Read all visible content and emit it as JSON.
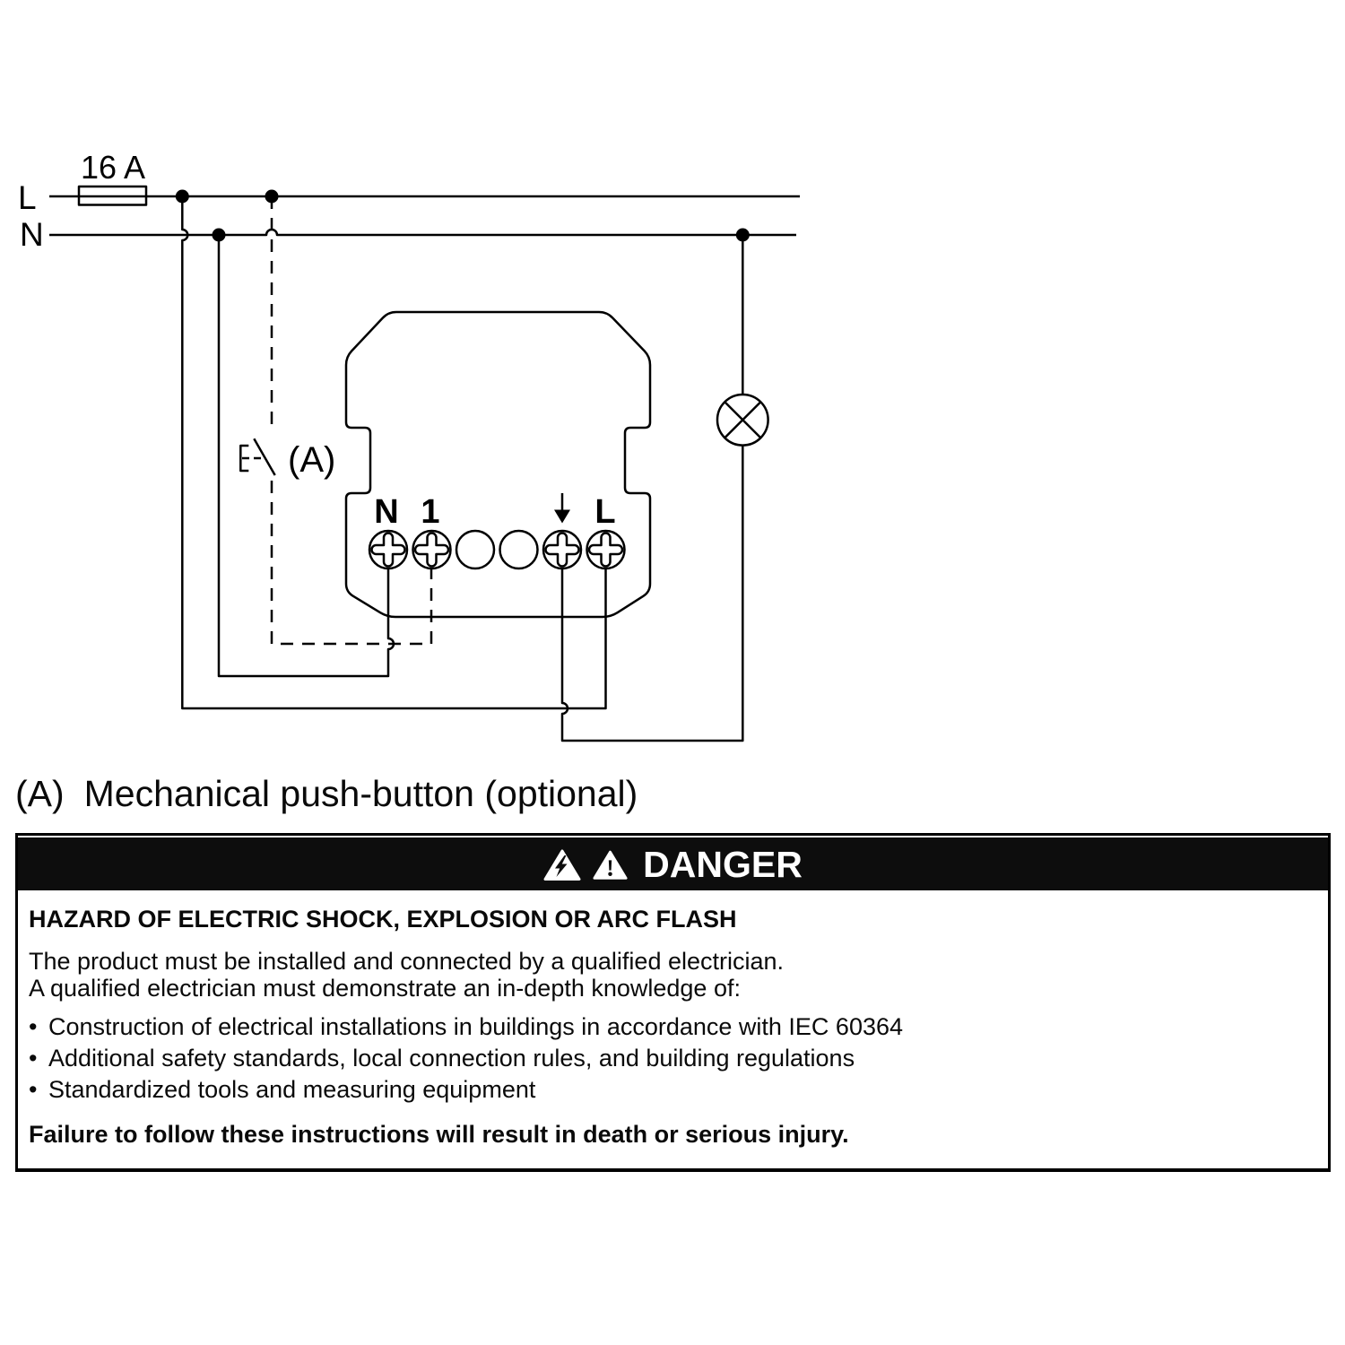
{
  "diagram": {
    "fuse_label": "16 A",
    "line_l_label": "L",
    "line_n_label": "N",
    "terminal_labels": {
      "n": "N",
      "one": "1",
      "l": "L"
    },
    "pushbutton_label": "(A)"
  },
  "caption": {
    "label": "(A)",
    "text": "Mechanical push-button (optional)"
  },
  "danger": {
    "title": "DANGER",
    "heading": "HAZARD OF ELECTRIC SHOCK, EXPLOSION OR ARC FLASH",
    "paragraphs": [
      "The product must be installed and connected by a qualified electrician.",
      "A qualified electrician must demonstrate an in-depth knowledge of:"
    ],
    "bullets": [
      "Construction of electrical installations in buildings in accordance with IEC 60364",
      "Additional safety standards, local connection rules, and building regulations",
      "Standardized tools and measuring equipment"
    ],
    "footer": "Failure to follow these instructions will result in death or serious injury.",
    "colors": {
      "header_bg": "#0d0d0d",
      "accent": "#000000"
    }
  }
}
